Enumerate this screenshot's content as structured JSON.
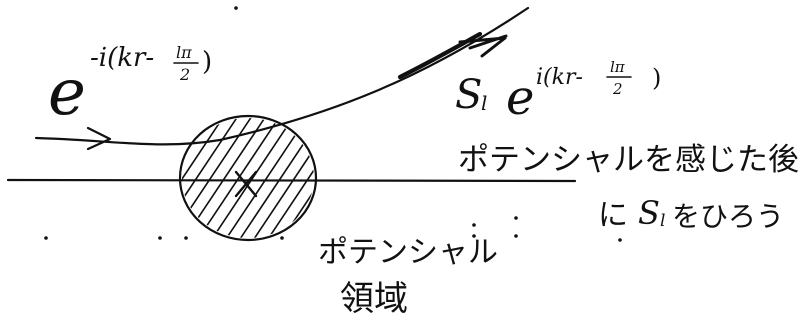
{
  "incoming_wave": {
    "base": "e",
    "exponent": "-i(kr-",
    "frac_num": "lπ",
    "frac_den": "2",
    "close": ")"
  },
  "outgoing_wave": {
    "coef": "S",
    "coef_sub": "l",
    "base": "e",
    "exponent": "i(kr-",
    "frac_num": "lπ",
    "frac_den": "2",
    "close": ")"
  },
  "note_after": {
    "line1": "ポテンシャルを感じた後",
    "line2_prefix": "に",
    "coef": "S",
    "coef_sub": "l",
    "line2_suffix": "をひろう"
  },
  "potential_label": {
    "line1": "ポテンシャル",
    "line2": "領域"
  },
  "colors": {
    "ink": "#111111",
    "paper": "#ffffff"
  }
}
